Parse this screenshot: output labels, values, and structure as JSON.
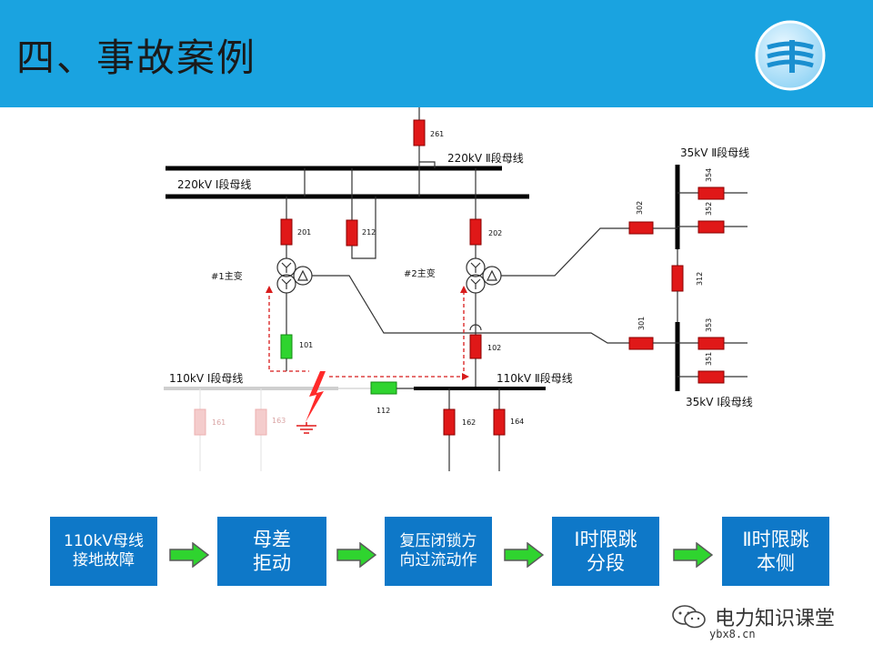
{
  "header": {
    "title": "四、事故案例"
  },
  "diagram": {
    "bus_220_1": "220kV Ⅰ段母线",
    "bus_220_2": "220kV Ⅱ段母线",
    "bus_110_1": "110kV Ⅰ段母线",
    "bus_110_2": "110kV Ⅱ段母线",
    "bus_35_1": "35kV Ⅰ段母线",
    "bus_35_2": "35kV Ⅱ段母线",
    "tr1": "#1主变",
    "tr2": "#2主变",
    "b261": "261",
    "b201": "201",
    "b212": "212",
    "b202": "202",
    "b101": "101",
    "b102": "102",
    "b112": "112",
    "b161": "161",
    "b163": "163",
    "b162": "162",
    "b164": "164",
    "b302": "302",
    "b301": "301",
    "b312": "312",
    "b354": "354",
    "b352": "352",
    "b353": "353",
    "b351": "351"
  },
  "flow": {
    "step1_l1": "110kV母线",
    "step1_l2": "接地故障",
    "step2_l1": "母差",
    "step2_l2": "拒动",
    "step3_l1": "复压闭锁方",
    "step3_l2": "向过流动作",
    "step4_l1": "Ⅰ时限跳",
    "step4_l2": "分段",
    "step5_l1": "Ⅱ时限跳",
    "step5_l2": "本侧"
  },
  "watermark": {
    "name": "电力知识课堂",
    "site": "ybx8.cn"
  },
  "colors": {
    "header": "#1aa3e0",
    "box": "#0e78c8",
    "breaker_closed": "#e01818",
    "breaker_open": "#2fd42f",
    "arrow": "#2fd42f"
  }
}
